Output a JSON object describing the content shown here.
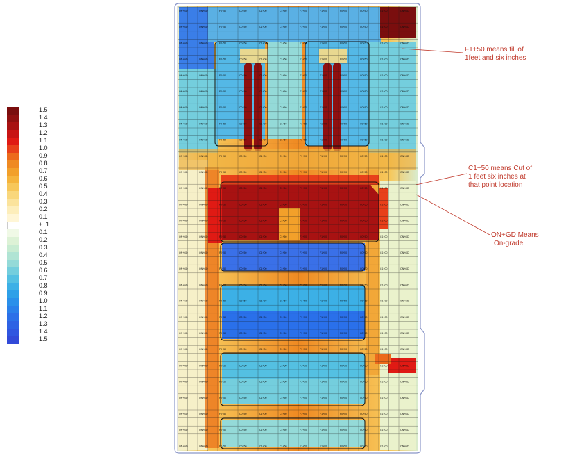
{
  "legend": {
    "fill_labels": [
      "1.5",
      "1.4",
      "1.3",
      "1.2",
      "1.1",
      "1.0",
      "0.9",
      "0.8",
      "0.7",
      "0.6",
      "0.5",
      "0.4",
      "0.3",
      "0.2",
      "0.1"
    ],
    "mid_label": "± .1",
    "cut_labels": [
      "0.1",
      "0.2",
      "0.3",
      "0.4",
      "0.5",
      "0.6",
      "0.7",
      "0.8",
      "0.9",
      "1.0",
      "1.1",
      "1.2",
      "1.3",
      "1.4",
      "1.5"
    ],
    "fill_colors": [
      "#7a0e0e",
      "#8f1010",
      "#a81212",
      "#c81414",
      "#e01a14",
      "#e8401a",
      "#ec6a1c",
      "#ef8a22",
      "#f2a02a",
      "#f5b43c",
      "#f7c75a",
      "#f9d77c",
      "#fbe39c",
      "#fdeebb",
      "#fff6d6"
    ],
    "mid_color": "#ffffff",
    "cut_colors": [
      "#f0f9e6",
      "#ddf2d6",
      "#c8ecd2",
      "#b0e4d4",
      "#94dad8",
      "#74cedd",
      "#54c0e2",
      "#3cb0e6",
      "#2ea0e8",
      "#2a90ea",
      "#2a80ea",
      "#2c70e8",
      "#2e62e4",
      "#3056e0",
      "#324ad8"
    ]
  },
  "annotations": {
    "fill_note_line1": "F1+50 means fill of",
    "fill_note_line2": "1feet and six inches",
    "cut_note_line1": "C1+50 means Cut of",
    "cut_note_line2": "1 feet six inches at",
    "cut_note_line3": "that point location",
    "grade_note_line1": "ON+GD Means",
    "grade_note_line2": "On-grade"
  },
  "cell_labels": [
    "F1+50",
    "F1+00",
    "F0+50",
    "C0+50",
    "C1+00",
    "C1+50",
    "ON+GD"
  ],
  "colors": {
    "annotation": "#c0392b",
    "fill_dark": "#8f1010",
    "fill_light": "#f7c75a",
    "cut_light": "#94dad8",
    "cut_dark": "#2e62e4",
    "on_grade": "#fff6d6"
  }
}
